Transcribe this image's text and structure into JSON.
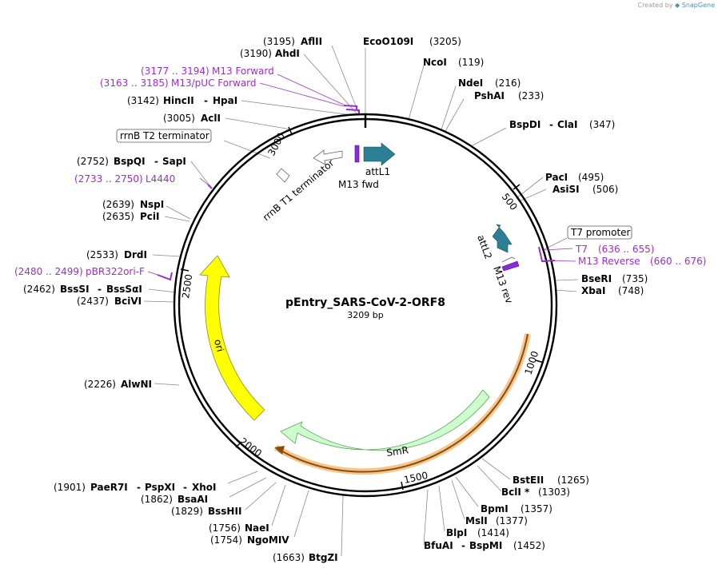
{
  "credit": {
    "prefix": "Created by",
    "brand": "SnapGene"
  },
  "plasmid": {
    "name": "pEntry_SARS-CoV-2-ORF8",
    "size_label": "3209 bp",
    "length": 3209
  },
  "ticks": [
    "500",
    "1000",
    "1500",
    "2000",
    "2500",
    "3000"
  ],
  "sites": [
    {
      "pos": "(3195)",
      "names": [
        "AflII"
      ]
    },
    {
      "pos": "(3205)",
      "names": [
        "EcoO109I"
      ]
    },
    {
      "pos": "(3190)",
      "names": [
        "AhdI"
      ]
    },
    {
      "pos": "(119)",
      "names": [
        "NcoI"
      ]
    },
    {
      "pos": "(216)",
      "names": [
        "NdeI"
      ]
    },
    {
      "pos": "(233)",
      "names": [
        "PshAI"
      ]
    },
    {
      "pos": "(3142)",
      "names": [
        "HincII",
        "HpaI"
      ]
    },
    {
      "pos": "(3005)",
      "names": [
        "AclI"
      ]
    },
    {
      "pos": "(347)",
      "names": [
        "BspDI",
        "ClaI"
      ]
    },
    {
      "pos": "(2752)",
      "names": [
        "BspQI",
        "SapI"
      ]
    },
    {
      "pos": "(495)",
      "names": [
        "PacI"
      ]
    },
    {
      "pos": "(506)",
      "names": [
        "AsiSI"
      ]
    },
    {
      "pos": "(2639)",
      "names": [
        "NspI"
      ]
    },
    {
      "pos": "(2635)",
      "names": [
        "PciI"
      ]
    },
    {
      "pos": "(2533)",
      "names": [
        "DrdI"
      ]
    },
    {
      "pos": "(735)",
      "names": [
        "BseRI"
      ]
    },
    {
      "pos": "(748)",
      "names": [
        "XbaI"
      ]
    },
    {
      "pos": "(2462)",
      "names": [
        "BssSI",
        "BssSαI"
      ]
    },
    {
      "pos": "(2437)",
      "names": [
        "BciVI"
      ]
    },
    {
      "pos": "(2226)",
      "names": [
        "AlwNI"
      ]
    },
    {
      "pos": "(1265)",
      "names": [
        "BstEII"
      ]
    },
    {
      "pos": "(1303)",
      "names": [
        "BclI *"
      ]
    },
    {
      "pos": "(1357)",
      "names": [
        "BpmI"
      ]
    },
    {
      "pos": "(1377)",
      "names": [
        "MslI"
      ]
    },
    {
      "pos": "(1414)",
      "names": [
        "BlpI"
      ]
    },
    {
      "pos": "(1452)",
      "names": [
        "BfuAI",
        "BspMI"
      ]
    },
    {
      "pos": "(1901)",
      "names": [
        "PaeR7I",
        "PspXI",
        "XhoI"
      ]
    },
    {
      "pos": "(1862)",
      "names": [
        "BsaAI"
      ]
    },
    {
      "pos": "(1829)",
      "names": [
        "BssHII"
      ]
    },
    {
      "pos": "(1756)",
      "names": [
        "NaeI"
      ]
    },
    {
      "pos": "(1754)",
      "names": [
        "NgoMIV"
      ]
    },
    {
      "pos": "(1663)",
      "names": [
        "BtgZI"
      ]
    }
  ],
  "primers": [
    {
      "range": "(3177 .. 3194)",
      "name": "M13 Forward"
    },
    {
      "range": "(3163 .. 3185)",
      "name": "M13/pUC Forward"
    },
    {
      "range": "(2733 .. 2750)",
      "name": "L4440"
    },
    {
      "range": "(2480 .. 2499)",
      "name": "pBR322ori-F"
    },
    {
      "name": "T7",
      "range": "(636 .. 655)"
    },
    {
      "name": "M13 Reverse",
      "range": "(660 .. 676)"
    }
  ],
  "boxed_labels": [
    "rrnB T2 terminator",
    "T7 promoter"
  ],
  "inner_labels": {
    "attL1": "attL1",
    "m13fwd": "M13 fwd",
    "rrnb_t1": "rrnB T1 terminator",
    "attL2": "attL2",
    "m13rev": "M13 rev",
    "ori": "ori",
    "smr": "SmR"
  },
  "colors": {
    "backbone": "#000000",
    "primer": "#9b2fc9",
    "attL": "#2e7f95",
    "ori": "#ffff00",
    "smr": "#ccffcc",
    "orf": "#f5c68a",
    "orf_arrow": "#8a4a10"
  }
}
